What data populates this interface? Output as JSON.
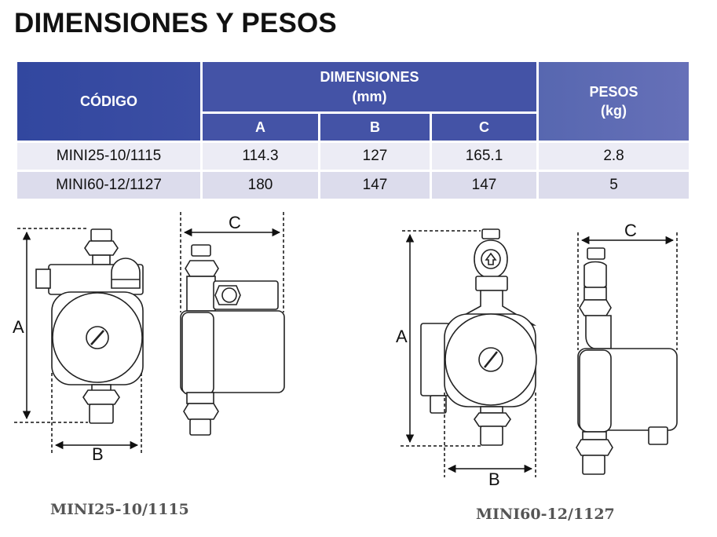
{
  "title": "DIMENSIONES Y PESOS",
  "table": {
    "headers": {
      "codigo": "CÓDIGO",
      "dimensiones": "DIMENSIONES",
      "dimensiones_unit": "(mm)",
      "pesos": "PESOS",
      "pesos_unit": "(kg)",
      "a": "A",
      "b": "B",
      "c": "C"
    },
    "rows": [
      {
        "codigo": "MINI25-10/1115",
        "a": "114.3",
        "b": "127",
        "c": "165.1",
        "peso": "2.8"
      },
      {
        "codigo": "MINI60-12/1127",
        "a": "180",
        "b": "147",
        "c": "147",
        "peso": "5"
      }
    ]
  },
  "drawings": {
    "pump1": {
      "caption": "MINI25-10/1115",
      "label_a": "A",
      "label_b": "B",
      "label_c": "C"
    },
    "pump2": {
      "caption": "MINI60-12/1127",
      "label_a": "A",
      "label_b": "B",
      "label_c": "C"
    }
  },
  "colors": {
    "header_blue": "#4453a6",
    "row_light": "#ececf5",
    "row_dark": "#dcdcec"
  }
}
